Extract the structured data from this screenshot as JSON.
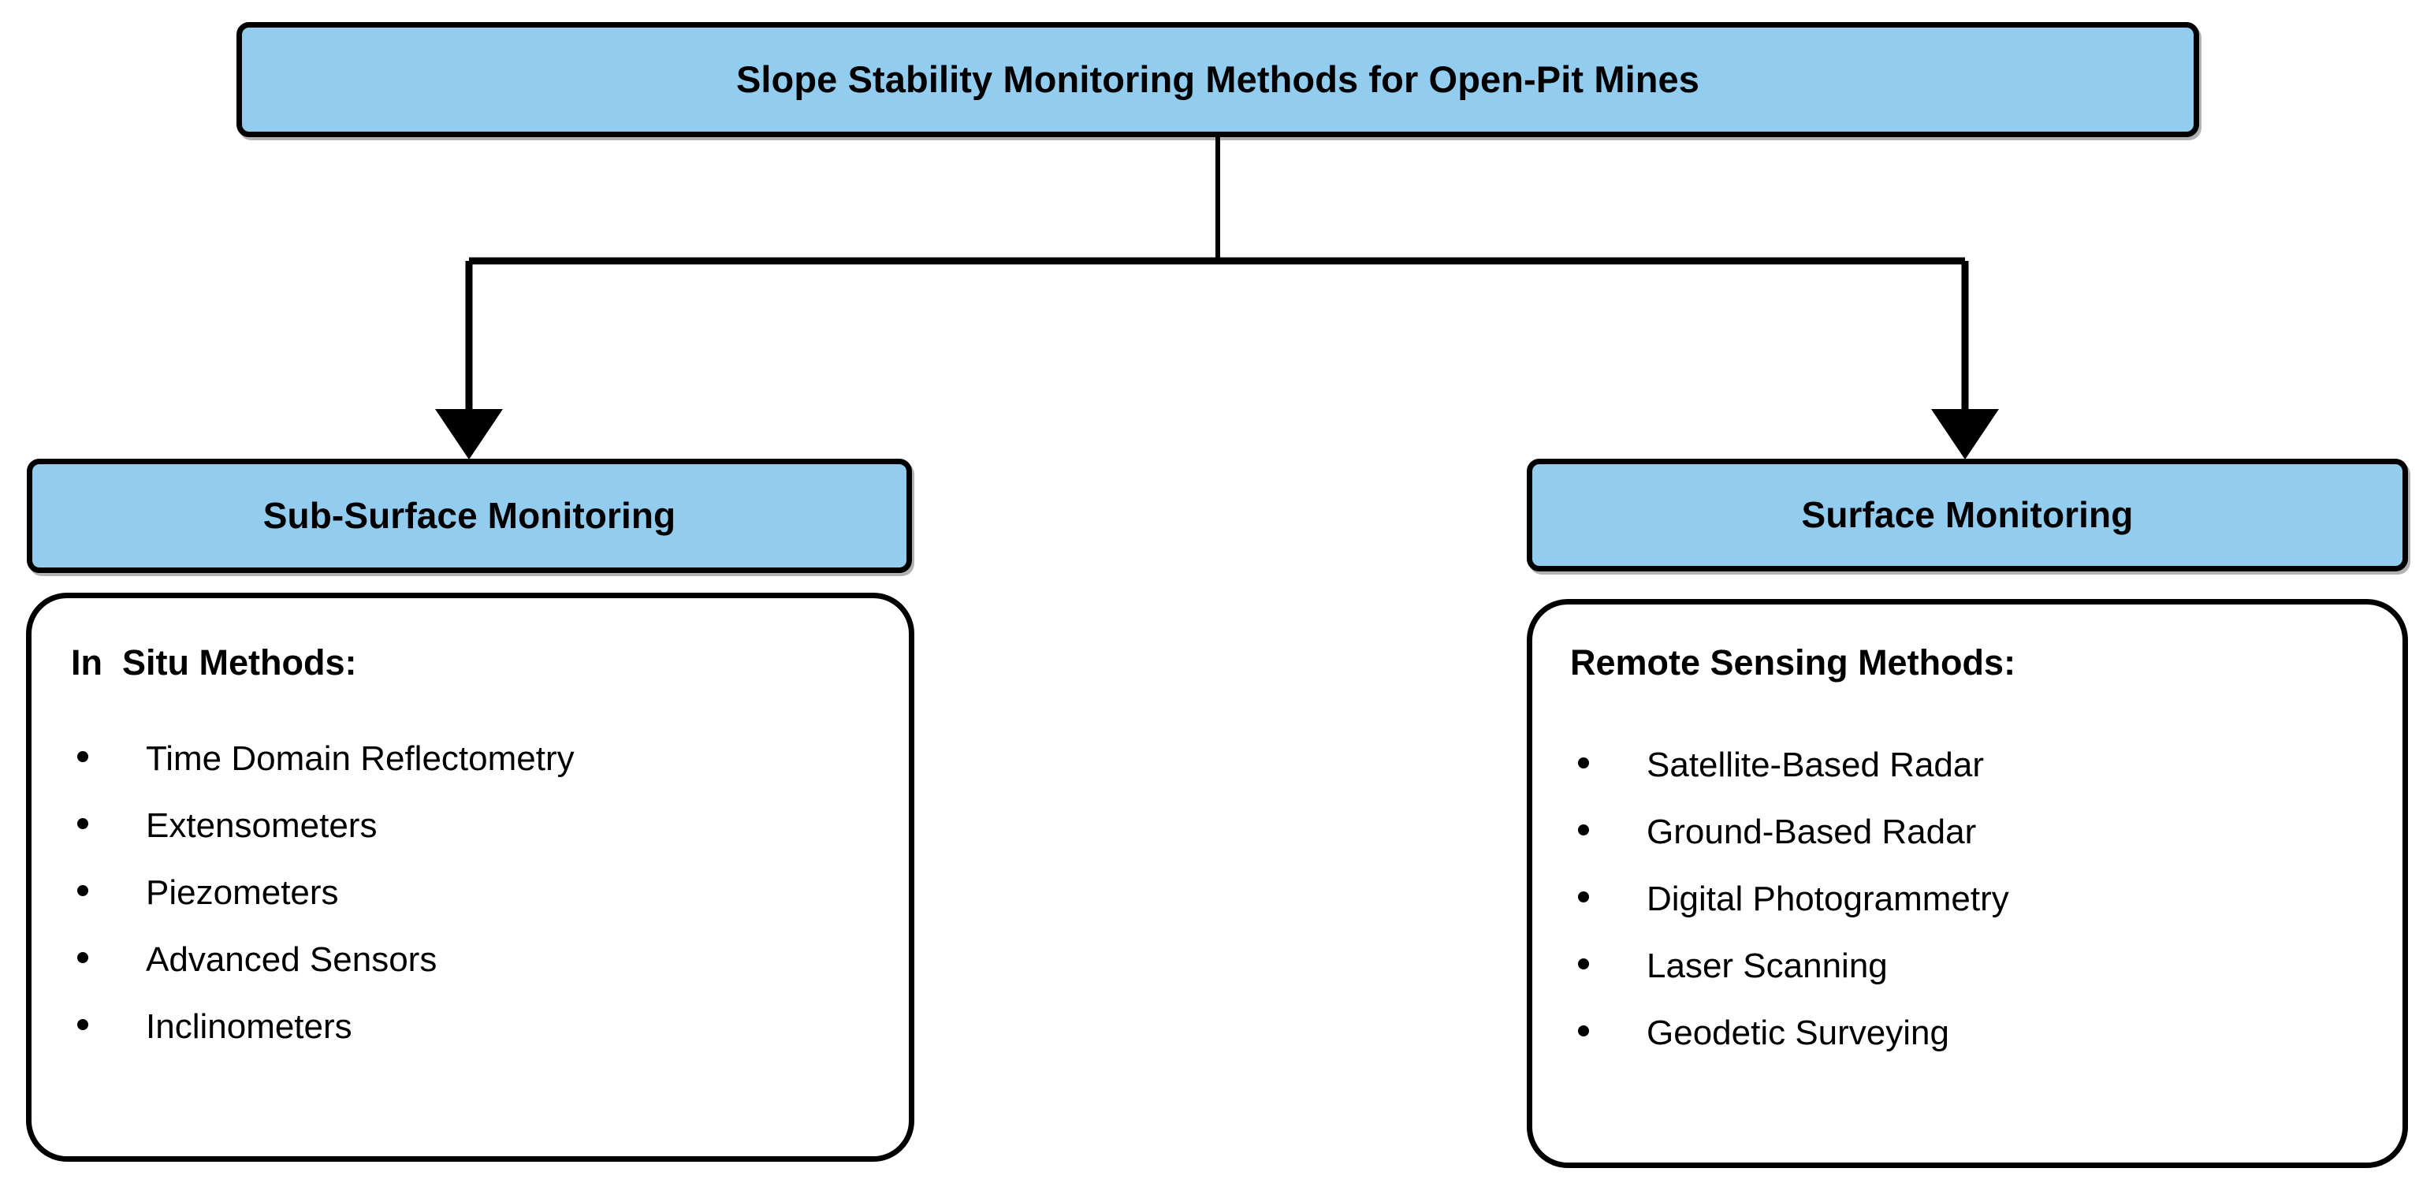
{
  "diagram": {
    "title": "Slope Stability Monitoring Methods for Open-Pit Mines",
    "palette": {
      "node_fill": "#92CCEE",
      "node_stroke": "#000000",
      "panel_fill": "#FFFFFF",
      "panel_stroke": "#000000",
      "text": "#000000",
      "background": "#FFFFFF"
    },
    "root": {
      "label": "Slope Stability Monitoring Methods for Open-Pit Mines"
    },
    "branches": [
      {
        "head": "Sub-Surface Monitoring",
        "panel": {
          "heading": "In  Situ Methods:",
          "items": [
            "Time Domain Reflectometry",
            "Extensometers",
            "Piezometers",
            "Advanced Sensors",
            "Inclinometers"
          ]
        }
      },
      {
        "head": "Surface Monitoring",
        "panel": {
          "heading": "Remote Sensing Methods:",
          "items": [
            "Satellite-Based Radar",
            "Ground-Based Radar",
            "Digital Photogrammetry",
            "Laser Scanning",
            "Geodetic Surveying"
          ]
        }
      }
    ],
    "connectors": {
      "type": "orthogonal-tree",
      "arrowheads": "filled-triangle-down",
      "description": "One vertical stem from the root box descends to a horizontal bus, which branches left and right into two downward arrows terminating at each branch head box."
    }
  }
}
